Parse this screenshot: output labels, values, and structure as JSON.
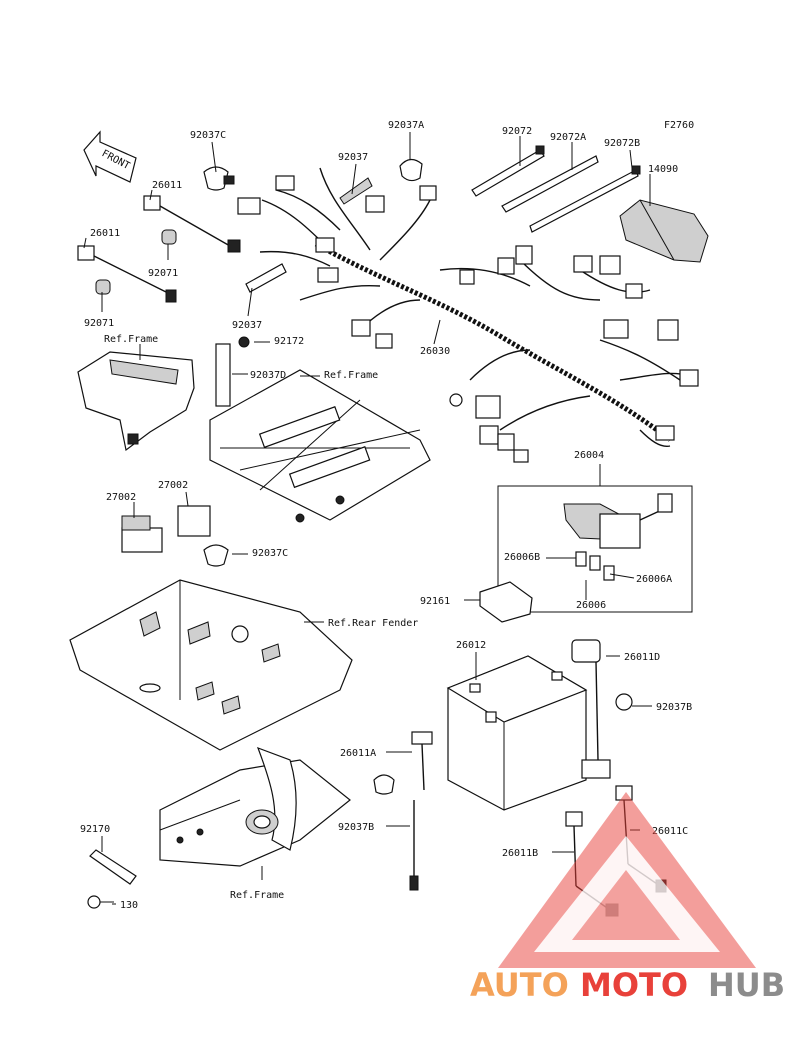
{
  "diagram": {
    "figure_code": "F2760",
    "front_label": "FRONT",
    "labels": {
      "p92037C_top": "92037C",
      "p92037A": "92037A",
      "p92037": "92037",
      "p92072": "92072",
      "p92072A": "92072A",
      "p92072B": "92072B",
      "p14090": "14090",
      "p26011_a": "26011",
      "p26011_b": "26011",
      "p92071_a": "92071",
      "p92071_b": "92071",
      "p92037_small": "92037",
      "p92172": "92172",
      "p92037D": "92037D",
      "p26030": "26030",
      "ref_frame_1": "Ref.Frame",
      "ref_frame_2": "Ref.Frame",
      "p26004": "26004",
      "p27002_a": "27002",
      "p27002_b": "27002",
      "p92037C_mid": "92037C",
      "p26006B": "26006B",
      "p26006A": "26006A",
      "p26006": "26006",
      "p92161": "92161",
      "ref_rear_fender": "Ref.Rear Fender",
      "p26012": "26012",
      "p26011D": "26011D",
      "p92037B_r": "92037B",
      "p26011A": "26011A",
      "p92037B_l": "92037B",
      "p92170": "92170",
      "p26011C": "26011C",
      "p26011B": "26011B",
      "p130": "130",
      "ref_frame_3": "Ref.Frame"
    }
  },
  "watermark": {
    "brand_part1": "AUTO",
    "brand_part2": "MOTO",
    "brand_part3": "HUB",
    "color_orange": "#f4a259",
    "color_red": "#e8413a",
    "color_gray": "#8c8c8c"
  }
}
